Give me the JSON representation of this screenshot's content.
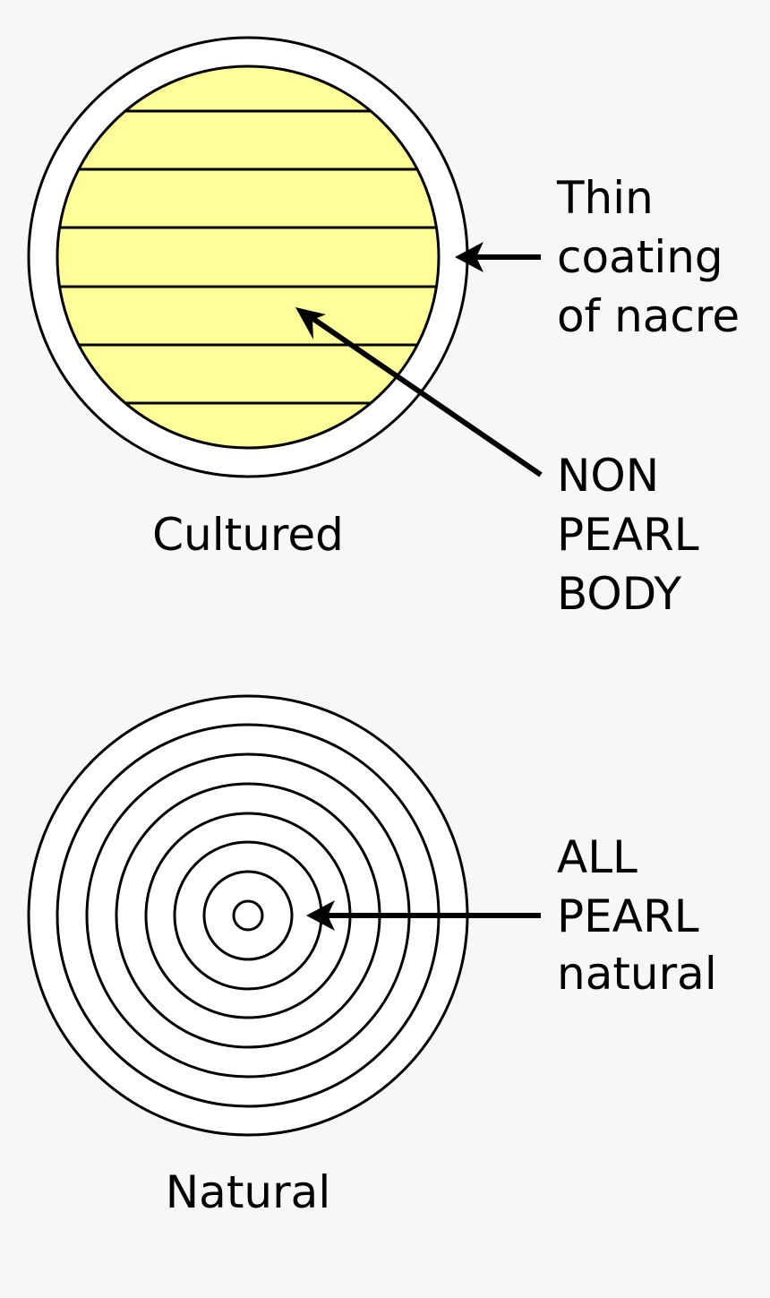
{
  "colors": {
    "background": "#f7f7f7",
    "pearl_shell": "#ffffff",
    "nucleus_fill": "#ffff99",
    "stroke": "#000000"
  },
  "cultured": {
    "caption": "Cultured",
    "coating_label": [
      "Thin",
      "coating",
      "of nacre"
    ],
    "nucleus_label": [
      "NON",
      "PEARL",
      "BODY"
    ]
  },
  "natural": {
    "caption": "Natural",
    "layers_label": [
      "ALL",
      "PEARL",
      "natural"
    ]
  }
}
